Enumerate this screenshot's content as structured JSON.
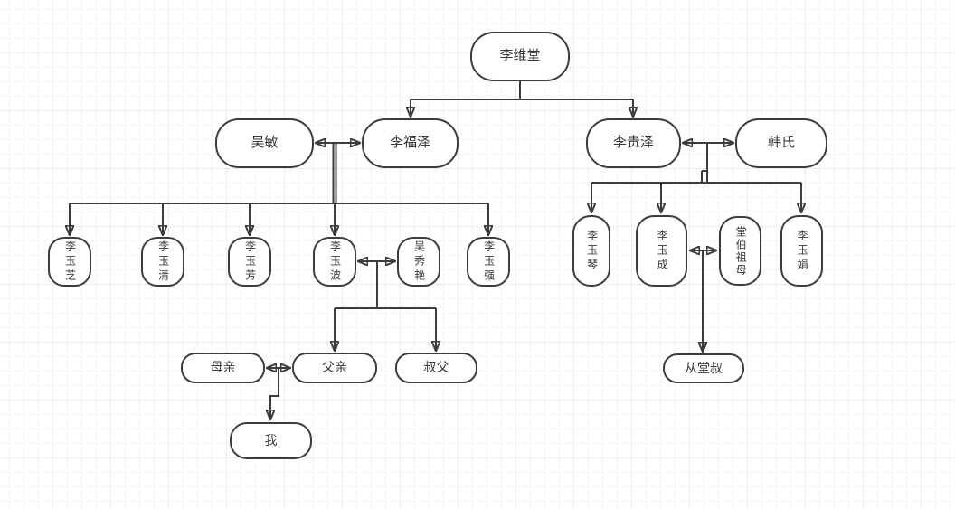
{
  "app": {
    "title": "family-tree-diagram"
  },
  "theme": {
    "background": "#ffffff",
    "grid_minor": "#f5f5f5",
    "grid_major": "#ececec",
    "stroke": "#3c3c3c",
    "node_fill": "#ffffff",
    "node_border": "#3c3c3c",
    "text": "#383838"
  },
  "diagram": {
    "type": "family-tree",
    "nodes": {
      "liweitang": {
        "label": "李维堂"
      },
      "wumin": {
        "label": "吴敏"
      },
      "lifuze": {
        "label": "李福泽"
      },
      "liguize": {
        "label": "李贵泽"
      },
      "hanshi": {
        "label": "韩氏"
      },
      "liyuzhi": {
        "label": "李玉芝"
      },
      "liyuqing": {
        "label": "李玉清"
      },
      "liyufang": {
        "label": "李玉芳"
      },
      "liyubo": {
        "label": "李玉波"
      },
      "wuxiuyan": {
        "label": "吴秀艳"
      },
      "liyuqiang": {
        "label": "李玉强"
      },
      "liyuqin": {
        "label": "李玉琴"
      },
      "liyucheng": {
        "label": "李玉成"
      },
      "tangbozumu": {
        "label": "堂伯祖母"
      },
      "liyujuan": {
        "label": "李玉娟"
      },
      "muqin": {
        "label": "母亲"
      },
      "fuqin": {
        "label": "父亲"
      },
      "shufu": {
        "label": "叔父"
      },
      "congtangshu": {
        "label": "从堂叔"
      },
      "wo": {
        "label": "我"
      }
    },
    "relationships": {
      "marriages": [
        [
          "吴敏",
          "李福泽"
        ],
        [
          "李贵泽",
          "韩氏"
        ],
        [
          "李玉波",
          "吴秀艳"
        ],
        [
          "李玉成",
          "堂伯祖母"
        ],
        [
          "母亲",
          "父亲"
        ]
      ],
      "children": [
        {
          "parents": [
            "李维堂"
          ],
          "children": [
            "李福泽",
            "李贵泽"
          ]
        },
        {
          "parents": [
            "李福泽",
            "吴敏"
          ],
          "children": [
            "李玉芝",
            "李玉清",
            "李玉芳",
            "李玉波",
            "李玉强"
          ]
        },
        {
          "parents": [
            "李贵泽",
            "韩氏"
          ],
          "children": [
            "李玉琴",
            "李玉成",
            "李玉娟"
          ]
        },
        {
          "parents": [
            "李玉波",
            "吴秀艳"
          ],
          "children": [
            "父亲",
            "叔父"
          ]
        },
        {
          "parents": [
            "李玉成",
            "堂伯祖母"
          ],
          "children": [
            "从堂叔"
          ]
        },
        {
          "parents": [
            "父亲",
            "母亲"
          ],
          "children": [
            "我"
          ]
        }
      ]
    }
  }
}
